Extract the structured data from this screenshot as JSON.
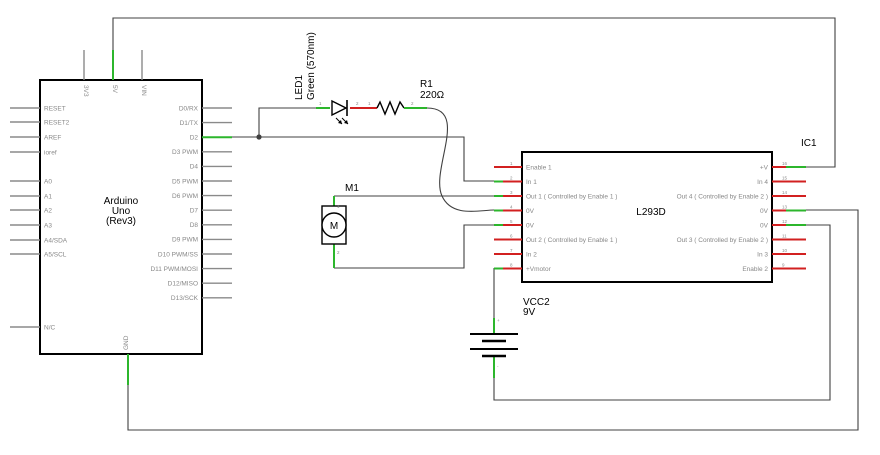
{
  "arduino": {
    "name_lines": [
      "Arduino",
      "Uno",
      "(Rev3)"
    ],
    "top_pins": [
      "3V3",
      "5V",
      "VIN"
    ],
    "left_pins": [
      "RESET",
      "RESET2",
      "AREF",
      "ioref",
      "A0",
      "A1",
      "A2",
      "A3",
      "A4/SDA",
      "A5/SCL",
      "N/C"
    ],
    "right_pins": [
      "D0/RX",
      "D1/TX",
      "D2",
      "D3 PWM",
      "D4",
      "D5 PWM",
      "D6 PWM",
      "D7",
      "D8",
      "D9 PWM",
      "D10 PWM/SS",
      "D11 PWM/MOSI",
      "D12/MISO",
      "D13/SCK"
    ],
    "bottom_pin": "GND"
  },
  "led": {
    "ref": "LED1",
    "value": "Green (570nm)",
    "pin_anode": "1",
    "pin_cathode": "2"
  },
  "resistor": {
    "ref": "R1",
    "value": "220Ω",
    "pin_a": "1",
    "pin_b": "2"
  },
  "motor": {
    "ref": "M1",
    "symbol": "M",
    "pin_top": "1",
    "pin_bottom": "2"
  },
  "battery": {
    "ref": "VCC2",
    "value": "9V",
    "plus": "+",
    "minus": "-"
  },
  "ic": {
    "ref": "IC1",
    "name": "L293D",
    "left_pins": [
      {
        "num": "1",
        "label": "Enable 1"
      },
      {
        "num": "2",
        "label": "In 1"
      },
      {
        "num": "3",
        "label": "Out 1 ( Controlled by Enable 1 )"
      },
      {
        "num": "4",
        "label": "0V"
      },
      {
        "num": "5",
        "label": "0V"
      },
      {
        "num": "6",
        "label": "Out 2 ( Controlled by Enable 1 )"
      },
      {
        "num": "7",
        "label": "In 2"
      },
      {
        "num": "8",
        "label": "+Vmotor"
      }
    ],
    "right_pins": [
      {
        "num": "16",
        "label": "+V"
      },
      {
        "num": "15",
        "label": "In 4"
      },
      {
        "num": "14",
        "label": "Out 4 ( Controlled by Enable 2 )"
      },
      {
        "num": "13",
        "label": "0V"
      },
      {
        "num": "12",
        "label": "0V"
      },
      {
        "num": "11",
        "label": "Out 3 ( Controlled by Enable 2 )"
      },
      {
        "num": "10",
        "label": "In 3"
      },
      {
        "num": "9",
        "label": "Enable 2"
      }
    ]
  },
  "colors": {
    "connected_pin": "#2cb62c",
    "ic_pin": "#d22020",
    "unused_pin": "#8a8a8a",
    "wire": "#404040"
  }
}
